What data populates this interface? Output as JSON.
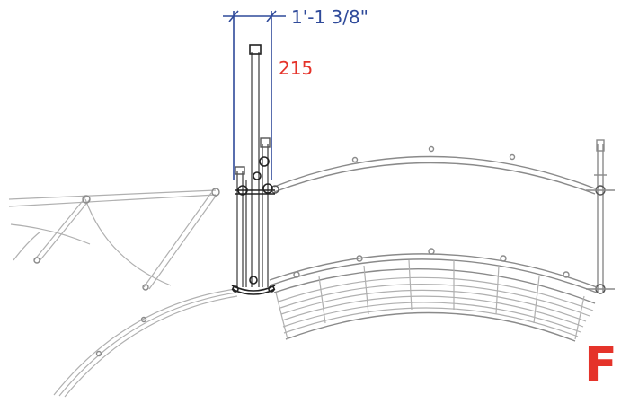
{
  "drawing": {
    "dimension_width": "1'-1 3/8\"",
    "dimension_id": "215",
    "detail_letter": "F"
  },
  "colors": {
    "dimension_blue": "#2f4a9a",
    "tag_red": "#e5332a",
    "line_gray": "#9a9a9a"
  }
}
